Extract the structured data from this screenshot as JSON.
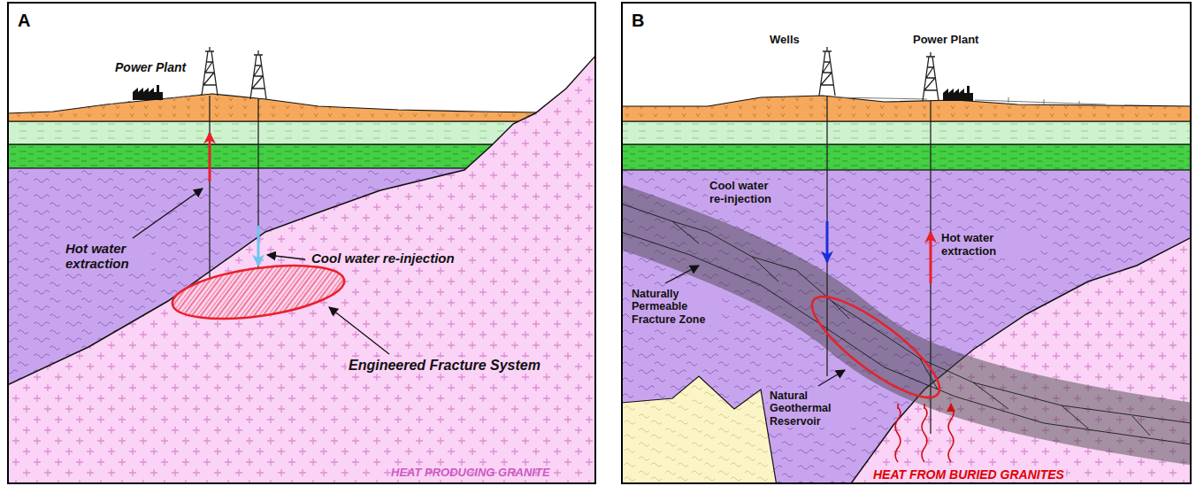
{
  "diagram": {
    "nodes": [
      {
        "text": [
          "A"
        ]
      },
      {
        "text": [
          "B"
        ]
      }
    ],
    "labels": [
      "Power Plant",
      "Hot water extraction",
      "Cool water re-injection",
      "Engineered Fracture System",
      "HEAT PRODUCING GRANITE",
      "Wells",
      "Power Plant",
      "Cool water re-injection",
      "Hot water extraction",
      "Naturally Permeable Fracture Zone",
      "Natural Geothermal Reservoir",
      "HEAT FROM BURIED GRANITES"
    ]
  }
}
